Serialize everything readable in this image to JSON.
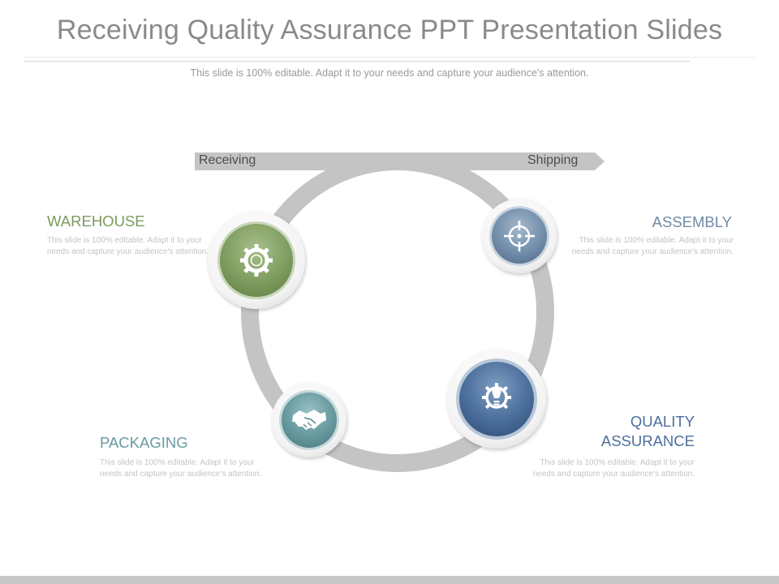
{
  "slide": {
    "title": "Receiving Quality Assurance PPT Presentation Slides",
    "subtitle": "This slide is 100% editable. Adapt it to your needs and capture your audience's attention."
  },
  "flow": {
    "start_label": "Receiving",
    "end_label": "Shipping"
  },
  "steps": [
    {
      "heading": "WAREHOUSE",
      "icon": "gear-icon",
      "color": "#7d9a5e",
      "description": "This slide is 100% editable. Adapt it to your needs and capture your audience's attention."
    },
    {
      "heading": "ASSEMBLY",
      "icon": "target-icon",
      "color": "#6f8aa6",
      "description": "This slide is 100% editable. Adapt it to your needs and capture your audience's attention."
    },
    {
      "heading": "QUALITY ASSURANCE",
      "heading_line1": "QUALITY",
      "heading_line2": "ASSURANCE",
      "icon": "lightbulb-gear-icon",
      "color": "#4d6f9a",
      "description": "This slide is 100% editable. Adapt it to your needs and capture your audience's attention."
    },
    {
      "heading": "PACKAGING",
      "icon": "handshake-icon",
      "color": "#6a9aa0",
      "description": "This slide is 100% editable. Adapt it to your needs and capture your audience's attention."
    }
  ]
}
